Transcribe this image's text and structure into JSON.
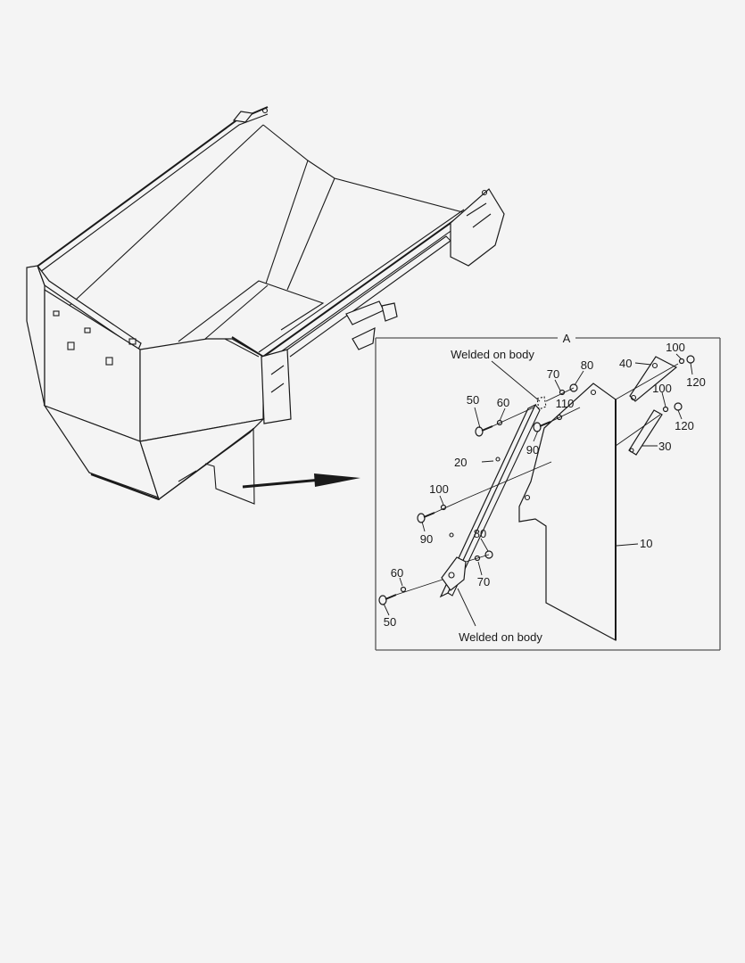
{
  "diagram": {
    "type": "exploded-parts-view",
    "main_view": {
      "name": "dump-body",
      "arrow_to": "detail-A"
    },
    "detail": {
      "title": "A",
      "callouts": [
        {
          "id": "c10",
          "label": "10"
        },
        {
          "id": "c20",
          "label": "20"
        },
        {
          "id": "c30",
          "label": "30"
        },
        {
          "id": "c40",
          "label": "40"
        },
        {
          "id": "c50a",
          "label": "50"
        },
        {
          "id": "c50b",
          "label": "50"
        },
        {
          "id": "c60a",
          "label": "60"
        },
        {
          "id": "c60b",
          "label": "60"
        },
        {
          "id": "c70a",
          "label": "70"
        },
        {
          "id": "c70b",
          "label": "70"
        },
        {
          "id": "c80a",
          "label": "80"
        },
        {
          "id": "c80b",
          "label": "80"
        },
        {
          "id": "c90a",
          "label": "90"
        },
        {
          "id": "c90b",
          "label": "90"
        },
        {
          "id": "c100a",
          "label": "100"
        },
        {
          "id": "c100b",
          "label": "100"
        },
        {
          "id": "c100c",
          "label": "100"
        },
        {
          "id": "c110",
          "label": "110"
        },
        {
          "id": "c120a",
          "label": "120"
        },
        {
          "id": "c120b",
          "label": "120"
        }
      ],
      "notes": {
        "welded_top": "Welded on body",
        "welded_bottom": "Welded on body"
      }
    }
  }
}
